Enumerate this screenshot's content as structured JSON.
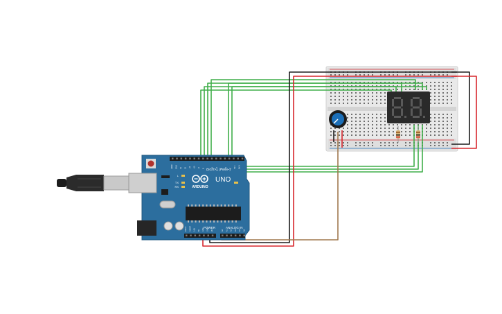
{
  "arduino": {
    "brand": "ARDUINO",
    "model": "UNO",
    "digital_label": "DIGITAL (PWM~)",
    "power_label": "POWER",
    "analog_label": "ANALOG IN",
    "led_labels": [
      "L",
      "TX",
      "RX"
    ],
    "pin_labels_top": [
      "AREF",
      "GND",
      "13",
      "12",
      "~11",
      "~10",
      "~9",
      "8",
      "7",
      "~6",
      "~5",
      "4",
      "~3",
      "2",
      "TX 1",
      "RX 0"
    ],
    "pin_labels_power": [
      "IOREF",
      "RESET",
      "3.3V",
      "5V",
      "GND",
      "GND",
      "Vin"
    ],
    "pin_labels_analog": [
      "A0",
      "A1",
      "A2",
      "A3",
      "A4",
      "A5"
    ]
  },
  "display": {
    "digits": [
      "8.",
      "8."
    ]
  },
  "colors": {
    "board": "#2c6e9e",
    "wire_green": "#3fae49",
    "wire_red": "#d7262c",
    "wire_black": "#1c1c1c",
    "wire_brown": "#a0784e",
    "breadboard": "#e9e9e9",
    "display_body": "#2a2a2a",
    "segment_off": "#5a5a5a"
  }
}
